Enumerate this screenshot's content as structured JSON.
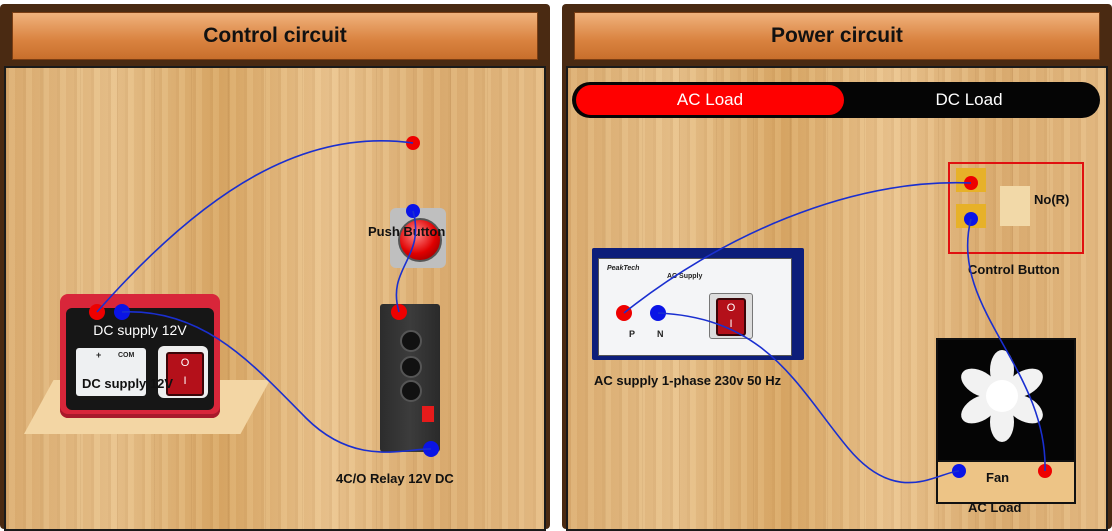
{
  "control_circuit": {
    "title": "Control circuit",
    "dc_supply": {
      "label": "DC supply 12V",
      "screen_title": "DC supply 12V",
      "plus_label": "+",
      "com_label": "COM",
      "switch_on": "I",
      "switch_off": "O"
    },
    "push_button": {
      "label": "Push Button"
    },
    "relay": {
      "label": "4C/O Relay 12V DC"
    }
  },
  "power_circuit": {
    "title": "Power circuit",
    "toggle": {
      "ac_label": "AC Load",
      "dc_label": "DC Load",
      "active": "AC Load"
    },
    "control_button": {
      "label": "Control Button",
      "contact_label": "No(R)"
    },
    "ac_supply": {
      "label": "AC supply 1-phase 230v 50 Hz",
      "brand": "PeakTech",
      "model": "AC Supply",
      "phase_label": "P",
      "neutral_label": "N",
      "switch_on": "I",
      "switch_off": "O"
    },
    "fan": {
      "name": "Fan",
      "label": "AC Load"
    }
  },
  "colors": {
    "panel_frame": "#4a2a12",
    "title_bar": "#d9823f",
    "terminal_positive": "#ee0000",
    "terminal_negative": "#0a14e6",
    "wire": "#1a2fd0",
    "toggle_active": "#ff0000",
    "toggle_track": "#050505"
  }
}
